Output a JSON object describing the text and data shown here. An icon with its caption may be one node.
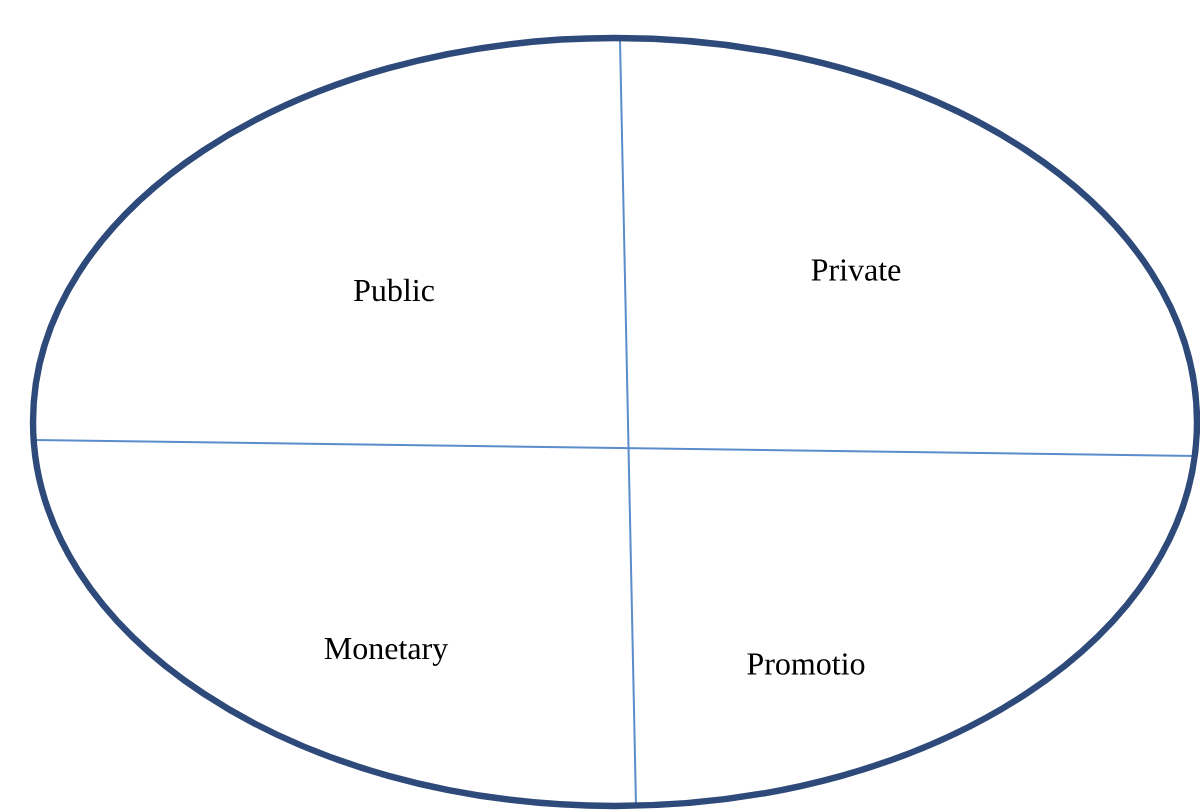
{
  "diagram": {
    "labels": [
      "Public",
      "Private",
      "Monetary",
      "Promotio"
    ]
  }
}
